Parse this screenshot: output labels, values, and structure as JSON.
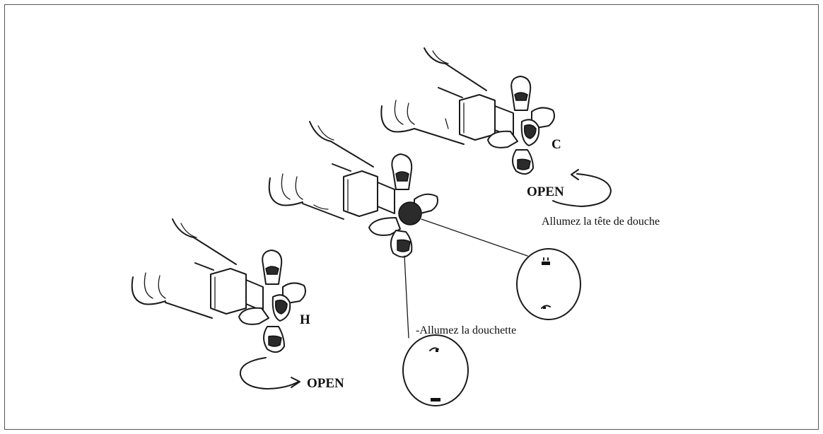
{
  "diagram": {
    "labels": {
      "cold": "C",
      "hot": "H",
      "open_top": "OPEN",
      "open_bottom": "OPEN",
      "shower_head": "Allumez la tête de douche",
      "hand_shower": "-Allumez la douchette"
    }
  }
}
